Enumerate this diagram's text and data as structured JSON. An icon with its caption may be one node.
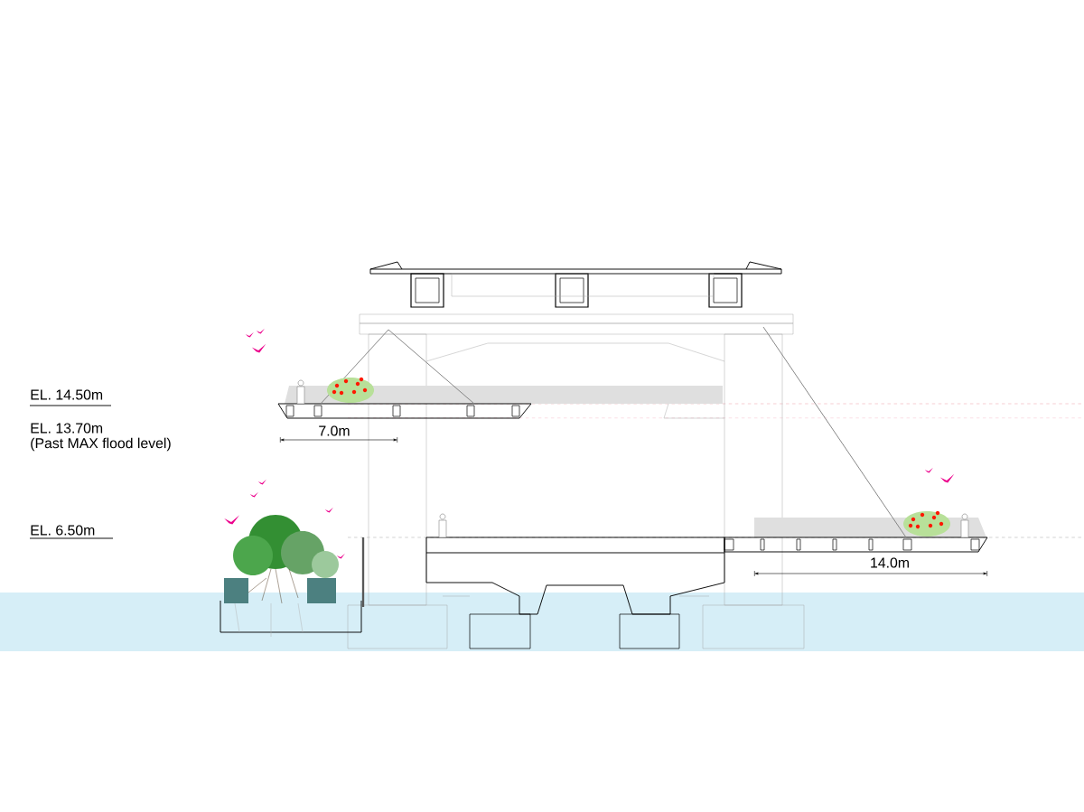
{
  "diagram": {
    "labels": [
      "EL. 14.50m",
      "EL. 13.70m",
      "(Past MAX flood level)",
      "EL. 6.50m",
      "7.0m",
      "14.0m"
    ]
  }
}
